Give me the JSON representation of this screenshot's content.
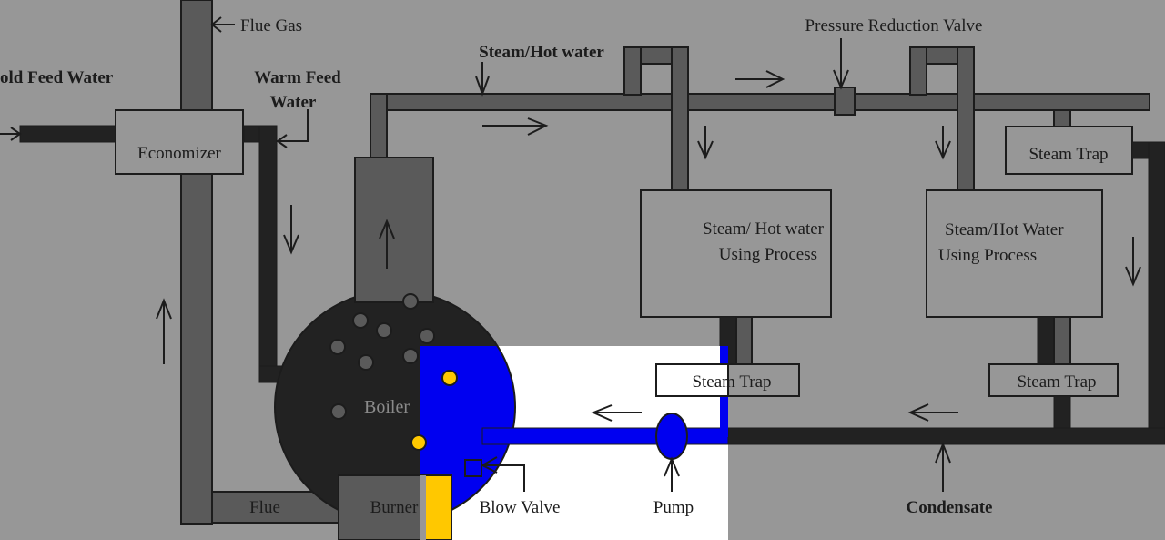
{
  "diagram": {
    "title": "Boiler steam and condensate system",
    "labels": {
      "flue_gas": "Flue Gas",
      "cold_feed_water": "old Feed Water",
      "warm_feed_water_line1": "Warm Feed",
      "warm_feed_water_line2": "Water",
      "economizer": "Economizer",
      "steam_hot_water": "Steam/Hot water",
      "pressure_reduction_valve": "Pressure Reduction Valve",
      "steam_trap_top": "Steam Trap",
      "process1_line1": "Steam/ Hot water",
      "process1_line2": "Using Process",
      "process2_line1": "Steam/Hot Water",
      "process2_line2": "Using Process",
      "boiler": "Boiler",
      "steam_trap_1": "Steam Trap",
      "steam_trap_2": "Steam Trap",
      "flue": "Flue",
      "burner": "Burner",
      "blow_valve": "Blow Valve",
      "pump": "Pump",
      "condensate": "Condensate"
    },
    "colors": {
      "background": "#979797",
      "pipe_steam": "#5a5a5a",
      "pipe_water": "#222222",
      "boiler_body": "#222222",
      "highlight_bg": "#ffffff",
      "highlight_water": "#0000f0",
      "flame": "#ffc800"
    }
  }
}
